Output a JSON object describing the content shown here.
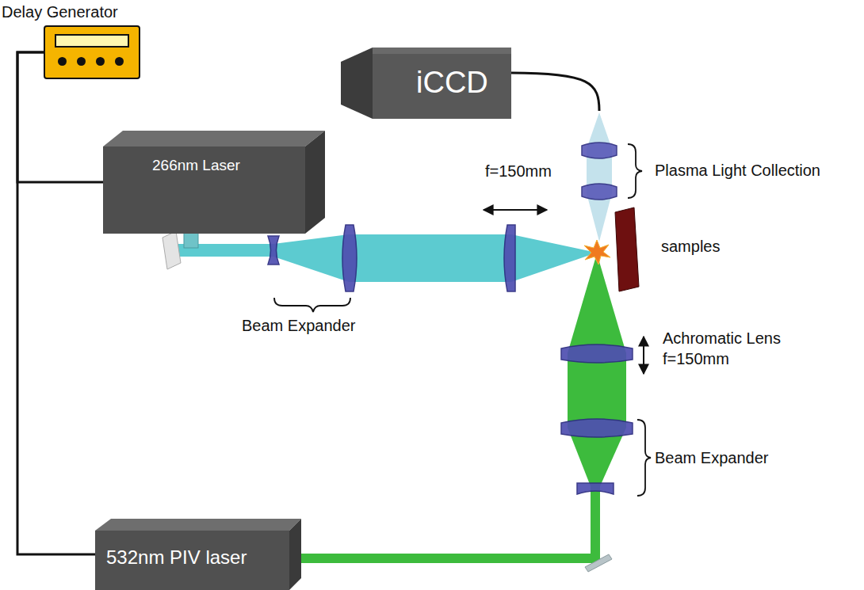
{
  "diagram": {
    "nodes": [
      {
        "text": [
          "Delay Generator"
        ]
      },
      {
        "text": [
          "iCCD"
        ]
      },
      {
        "text": [
          "266nm Laser"
        ]
      },
      {
        "text": [
          "532nm PIV laser"
        ]
      }
    ],
    "edges": [
      {
        "from": 0,
        "to": 2,
        "arrow": "none"
      },
      {
        "from": 0,
        "to": 3,
        "arrow": "none"
      }
    ],
    "labels": [
      "f=150mm",
      "Beam Expander",
      "Plasma Light Collection",
      "samples",
      "Achromatic Lens",
      "f=150mm",
      "Beam Expander"
    ]
  }
}
